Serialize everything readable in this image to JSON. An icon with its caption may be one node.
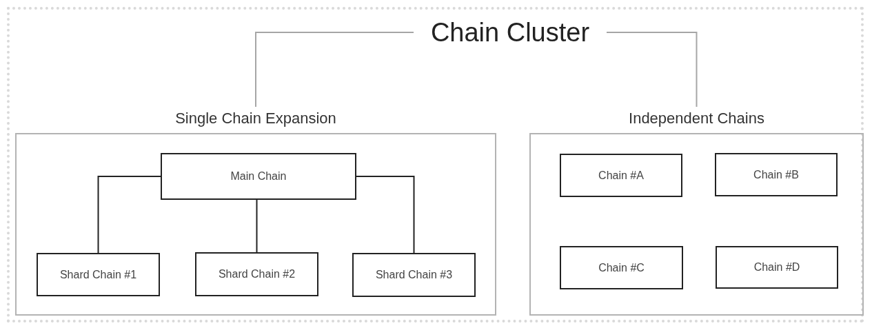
{
  "diagram": {
    "nodes": [
      {
        "text": [
          "Chain Cluster"
        ]
      },
      {
        "text": [
          "Single Chain Expansion"
        ]
      },
      {
        "text": [
          "Main Chain"
        ],
        "in": 1
      },
      {
        "text": [
          "Shard Chain #1"
        ],
        "in": 1
      },
      {
        "text": [
          "Shard Chain #2"
        ],
        "in": 1
      },
      {
        "text": [
          "Shard Chain #3"
        ],
        "in": 1
      },
      {
        "text": [
          "Independent Chains"
        ]
      },
      {
        "text": [
          "Chain #A"
        ],
        "in": 6
      },
      {
        "text": [
          "Chain #B"
        ],
        "in": 6
      },
      {
        "text": [
          "Chain #C"
        ],
        "in": 6
      },
      {
        "text": [
          "Chain #D"
        ],
        "in": 6
      }
    ],
    "edges": [
      {
        "from": 0,
        "to": 1,
        "arrow": "none",
        "color": "#a6a6a6"
      },
      {
        "from": 0,
        "to": 6,
        "arrow": "none",
        "color": "#a6a6a6"
      },
      {
        "from": 2,
        "to": 3,
        "arrow": "none"
      },
      {
        "from": 2,
        "to": 4,
        "arrow": "none"
      },
      {
        "from": 2,
        "to": 5,
        "arrow": "none"
      }
    ]
  }
}
